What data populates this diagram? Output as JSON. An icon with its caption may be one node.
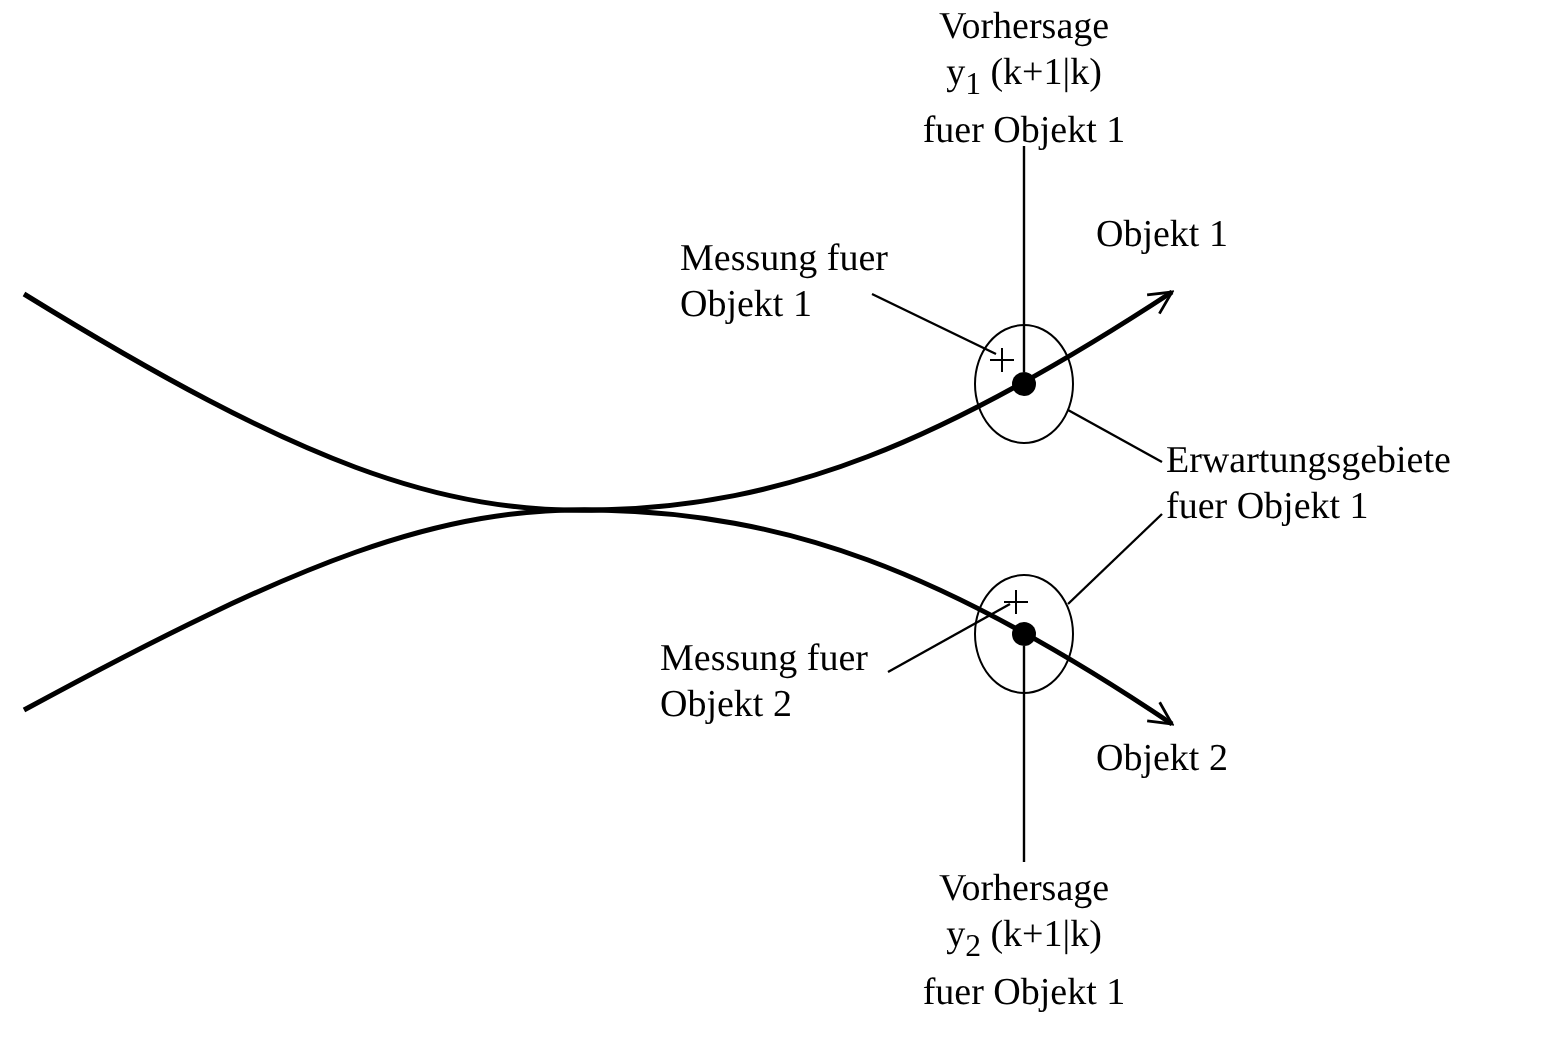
{
  "diagram": {
    "nodes": [
      {
        "text": [
          "Vorhersage y$_{1}$ (k+1|k) fuer Objekt 1"
        ]
      },
      {
        "text": [
          "Messung fuer Objekt 1"
        ]
      },
      {
        "text": [],
        "shape": "circle"
      },
      {
        "text": [],
        "shape": "cross",
        "in": 2
      },
      {
        "text": [],
        "shape": "circle",
        "in": 2
      },
      {
        "text": [
          "Erwartungsgebiete fuer Objekt 1"
        ]
      },
      {
        "text": [],
        "shape": "circle"
      },
      {
        "text": [],
        "shape": "cross",
        "in": 6
      },
      {
        "text": [],
        "shape": "circle",
        "in": 6
      },
      {
        "text": [
          "Messung fuer Objekt 2"
        ]
      },
      {
        "text": [
          "Vorhersage y$_{2}$ (k+1|k) fuer Objekt 1"
        ]
      }
    ],
    "edges": [
      {
        "from": 0,
        "to": 4,
        "arrow": "none"
      },
      {
        "from": 1,
        "to": 3,
        "arrow": "none"
      },
      {
        "from": 5,
        "to": 2,
        "arrow": "none"
      },
      {
        "from": 5,
        "to": 6,
        "arrow": "none"
      },
      {
        "from": 9,
        "to": 7,
        "arrow": "none"
      },
      {
        "from": 10,
        "to": 8,
        "arrow": "none"
      }
    ],
    "labels": [
      "Objekt 1",
      "Objekt 2"
    ]
  }
}
